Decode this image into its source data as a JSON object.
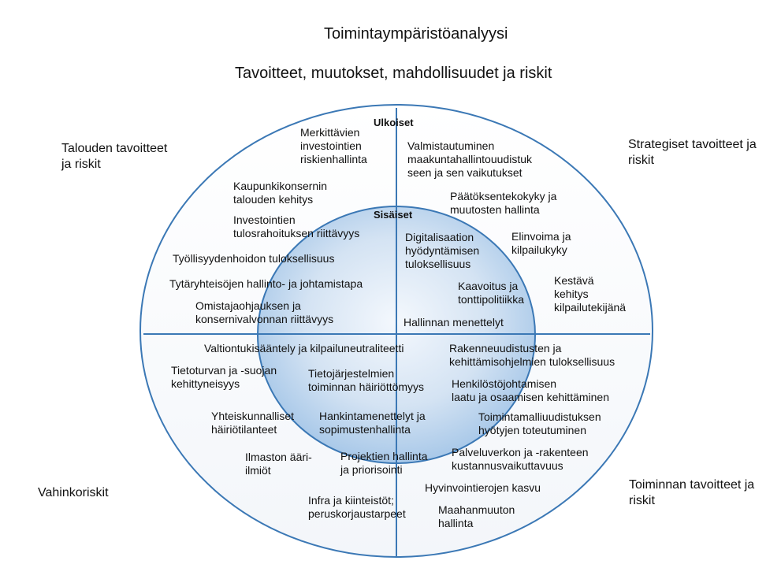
{
  "title": "Toimintaympäristöanalyysi",
  "subtitle": "Tavoitteet, muutokset, mahdollisuudet ja riskit",
  "ring_labels": {
    "outer": "Ulkoiset",
    "inner": "Sisäiset"
  },
  "corners": {
    "top_left": "Talouden tavoitteet\nja riskit",
    "top_right": "Strategiset tavoitteet ja\nriskit",
    "bottom_left": "Vahinkoriskit",
    "bottom_right": "Toiminnan tavoitteet ja\nriskit"
  },
  "colors": {
    "outline": "#3b78b5",
    "inner_fill": "#9ec2e6",
    "background": "#ffffff"
  },
  "items": [
    "Merkittävien\ninvestointien\nriskienhallinta",
    "Kaupunkikonsernin\ntalouden kehitys",
    "Investointien\ntulosrahoituksen  riittävyys",
    "Työllisyydenhoidon  tuloksellisuus",
    "Tytäryhteisöjen  hallinto-  ja johtamistapa",
    "Omistajaohjauksen  ja\nkonsernivalvonnan  riittävyys",
    "Valmistautuminen\nmaakuntahallintouudistuk\nseen ja sen vaikutukset",
    "Päätöksentekokyky ja\nmuutosten  hallinta",
    "Digitalisaation\nhyödyntämisen\ntuloksellisuus",
    "Elinvoima ja\nkilpailukyky",
    "Kaavoitus  ja\ntonttipolitiikka",
    "Kestävä\nkehitys\nkilpailutekijänä",
    "Hallinnan  menettelyt",
    "Valtiontukisääntely  ja kilpailuneutraliteetti",
    "Tietoturvan  ja -suojan\nkehittyneisyys",
    "Tietojärjestelmien\ntoiminnan häiriöttömyys",
    "Yhteiskunnalliset\nhäiriötilanteet",
    "Hankintamenettelyt  ja\nsopimustenhallinta",
    "Ilmaston  ääri-\nilmiöt",
    "Projektien  hallinta\nja priorisointi",
    "Infra  ja kiinteistöt;\nperuskorjaustarpeet",
    "Rakenneuudistusten  ja\nkehittämisohjelmien  tuloksellisuus",
    "Henkilöstöjohtamisen\nlaatu ja osaamisen kehittäminen",
    "Toimintamalliuudistuksen\nhyötyjen  toteutuminen",
    "Palveluverkon  ja -rakenteen\nkustannusvaikuttavuus",
    "Hyvinvointierojen  kasvu",
    "Maahanmuuton\nhallinta"
  ]
}
